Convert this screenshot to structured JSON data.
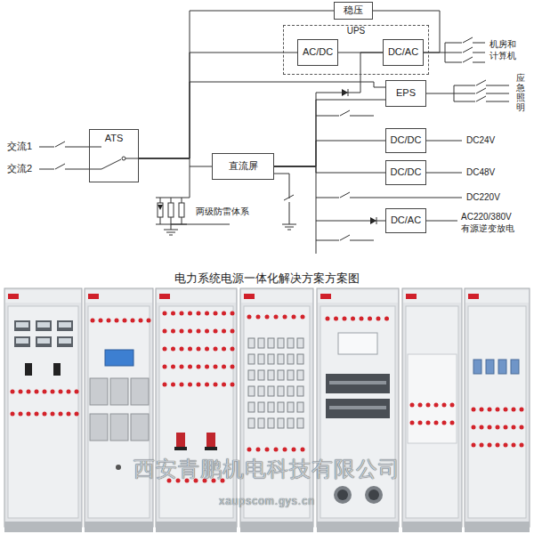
{
  "diagram": {
    "title": "电力系统电源一体化解决方案方案图",
    "nodes": [
      {
        "text": [
          "稳压"
        ]
      },
      {
        "text": [
          "UPS"
        ]
      },
      {
        "text": [
          "AC/DC"
        ],
        "in": 1
      },
      {
        "text": [
          "DC/AC"
        ],
        "in": 1
      },
      {
        "text": [
          "EPS"
        ]
      },
      {
        "text": [
          "ATS"
        ]
      },
      {
        "text": [
          "直流屏"
        ]
      },
      {
        "text": [
          "DC/DC"
        ]
      },
      {
        "text": [
          "DC/DC"
        ]
      },
      {
        "text": [
          "DC/AC"
        ]
      }
    ],
    "edges": [
      {
        "from": 5,
        "to": 0,
        "arrow": "none"
      },
      {
        "from": 5,
        "to": 2,
        "arrow": "none"
      },
      {
        "from": 5,
        "to": 4,
        "arrow": "none"
      },
      {
        "from": 5,
        "to": 6,
        "arrow": "none"
      },
      {
        "from": 0,
        "to": 3,
        "arrow": "none"
      },
      {
        "from": 2,
        "to": 3,
        "arrow": "none"
      },
      {
        "from": 6,
        "to": 3,
        "arrow": "none"
      },
      {
        "from": 6,
        "to": 4,
        "arrow": "none"
      },
      {
        "from": 6,
        "to": 7,
        "arrow": "none"
      },
      {
        "from": 6,
        "to": 8,
        "arrow": "none"
      },
      {
        "from": 6,
        "to": 9,
        "arrow": "none"
      }
    ],
    "labels": [
      "交流1",
      "交流2",
      "两级防雷体系",
      "机房和 计算机",
      "应急照明",
      "DC24V",
      "DC48V",
      "DC220V",
      "AC220/380V 有源逆变放电",
      "西安青鹏机电科技有限公司",
      "xaupscom.gys.cn"
    ]
  }
}
